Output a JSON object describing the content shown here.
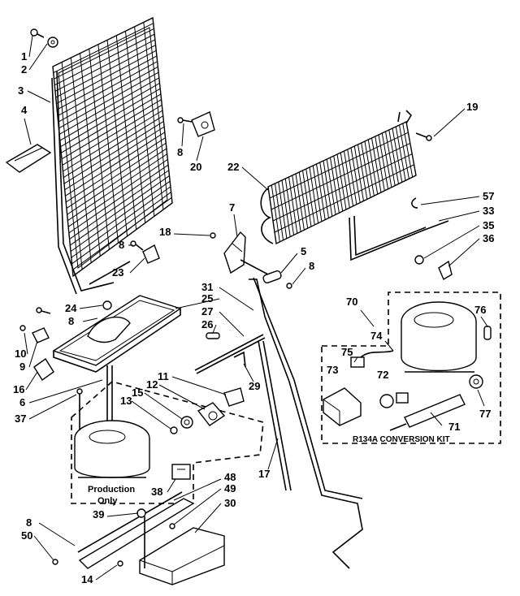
{
  "labels": {
    "n1": "1",
    "n2": "2",
    "n3": "3",
    "n4": "4",
    "n8a": "8",
    "n20": "20",
    "n19": "19",
    "n22": "22",
    "n57": "57",
    "n33": "33",
    "n35": "35",
    "n36": "36",
    "n7": "7",
    "n18": "18",
    "n5": "5",
    "n8b": "8",
    "n8c": "8",
    "n23": "23",
    "n24": "24",
    "n8d": "8",
    "n10": "10",
    "n9": "9",
    "n16": "16",
    "n6": "6",
    "n37": "37",
    "n31": "31",
    "n25": "25",
    "n27": "27",
    "n26": "26",
    "n11": "11",
    "n12": "12",
    "n15": "15",
    "n13": "13",
    "n29": "29",
    "n38": "38",
    "n17": "17",
    "n70": "70",
    "n76": "76",
    "n74": "74",
    "n75": "75",
    "n73": "73",
    "n72": "72",
    "n71": "71",
    "n77": "77",
    "n48": "48",
    "n49": "49",
    "n39": "39",
    "n30": "30",
    "n8e": "8",
    "n50": "50",
    "n14": "14"
  },
  "notes": {
    "production_line1": "Production",
    "production_line2": "Only",
    "kit_label": "R134A CONVERSION KIT"
  }
}
